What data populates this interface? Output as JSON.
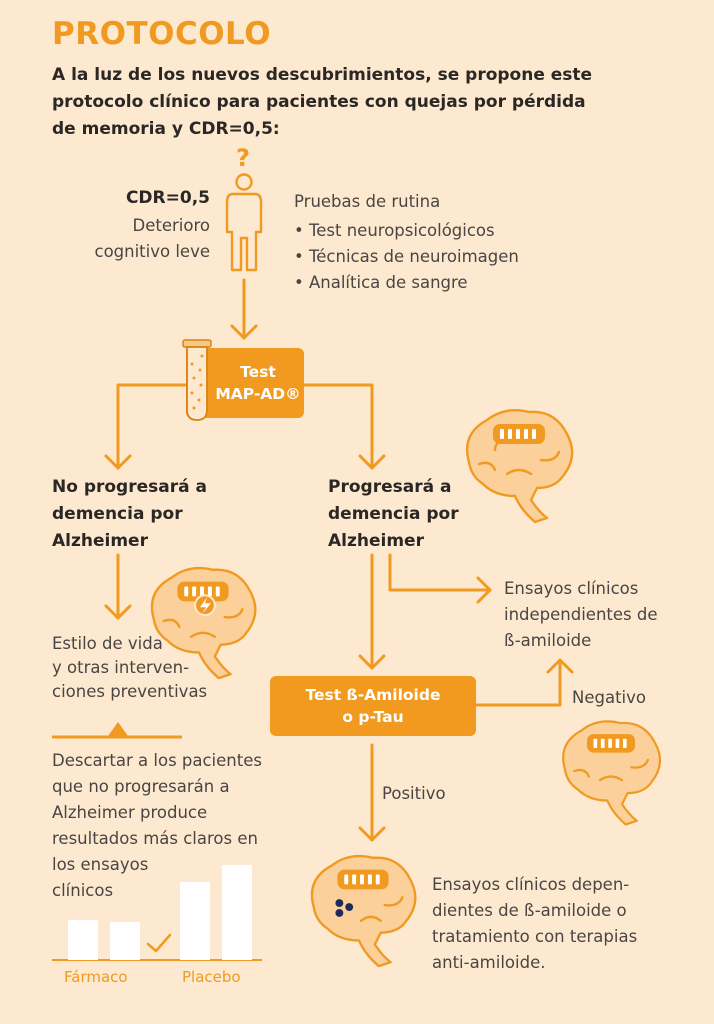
{
  "header": {
    "title": "PROTOCOLO",
    "intro": "A la luz de los nuevos descubrimientos, se propone este protocolo clínico para pacientes con quejas por pérdida de memoria y CDR=0,5:"
  },
  "patient": {
    "question_mark": "?",
    "cdr": "CDR=0,5",
    "condition_line1": "Deterioro",
    "condition_line2": "cognitivo leve"
  },
  "routine": {
    "title": "Pruebas de rutina",
    "items": [
      "Test neuropsicológicos",
      "Técnicas de neuroimagen",
      "Analítica de sangre"
    ]
  },
  "test_mapad": {
    "line1": "Test",
    "line2": "MAP-AD®"
  },
  "branch_no": {
    "line1": "No progresará a",
    "line2": "demencia por",
    "line3": "Alzheimer"
  },
  "branch_yes": {
    "line1": "Progresará a",
    "line2": "demencia por",
    "line3": "Alzheimer"
  },
  "lifestyle": {
    "line1": "Estilo de vida",
    "line2": "y otras interven-",
    "line3": "ciones preventivas"
  },
  "discard": {
    "line1": "Descartar a los pacientes",
    "line2": "que no progresarán a",
    "line3": "Alzheimer produce",
    "line4": "resultados más claros en",
    "line5": "los ensayos",
    "line6": "clínicos"
  },
  "mini_chart": {
    "labels": [
      "Fármaco",
      "Placebo"
    ],
    "values": [
      40,
      38,
      78,
      95
    ]
  },
  "independent_trials": {
    "line1": "Ensayos clínicos",
    "line2": "independientes de",
    "line3": "ß-amiloide"
  },
  "test_amyloid": {
    "line1": "Test ß-Amiloide",
    "line2": "o p-Tau"
  },
  "negative_label": "Negativo",
  "positive_label": "Positivo",
  "dependent_trials": {
    "line1": "Ensayos clínicos depen-",
    "line2": "dientes de ß-amiloide o",
    "line3": "tratamiento con terapias",
    "line4": "anti-amiloide."
  },
  "colors": {
    "accent": "#f09a22",
    "background": "#fde9cf",
    "brain": "#fbd09a",
    "text": "#3a3633"
  }
}
